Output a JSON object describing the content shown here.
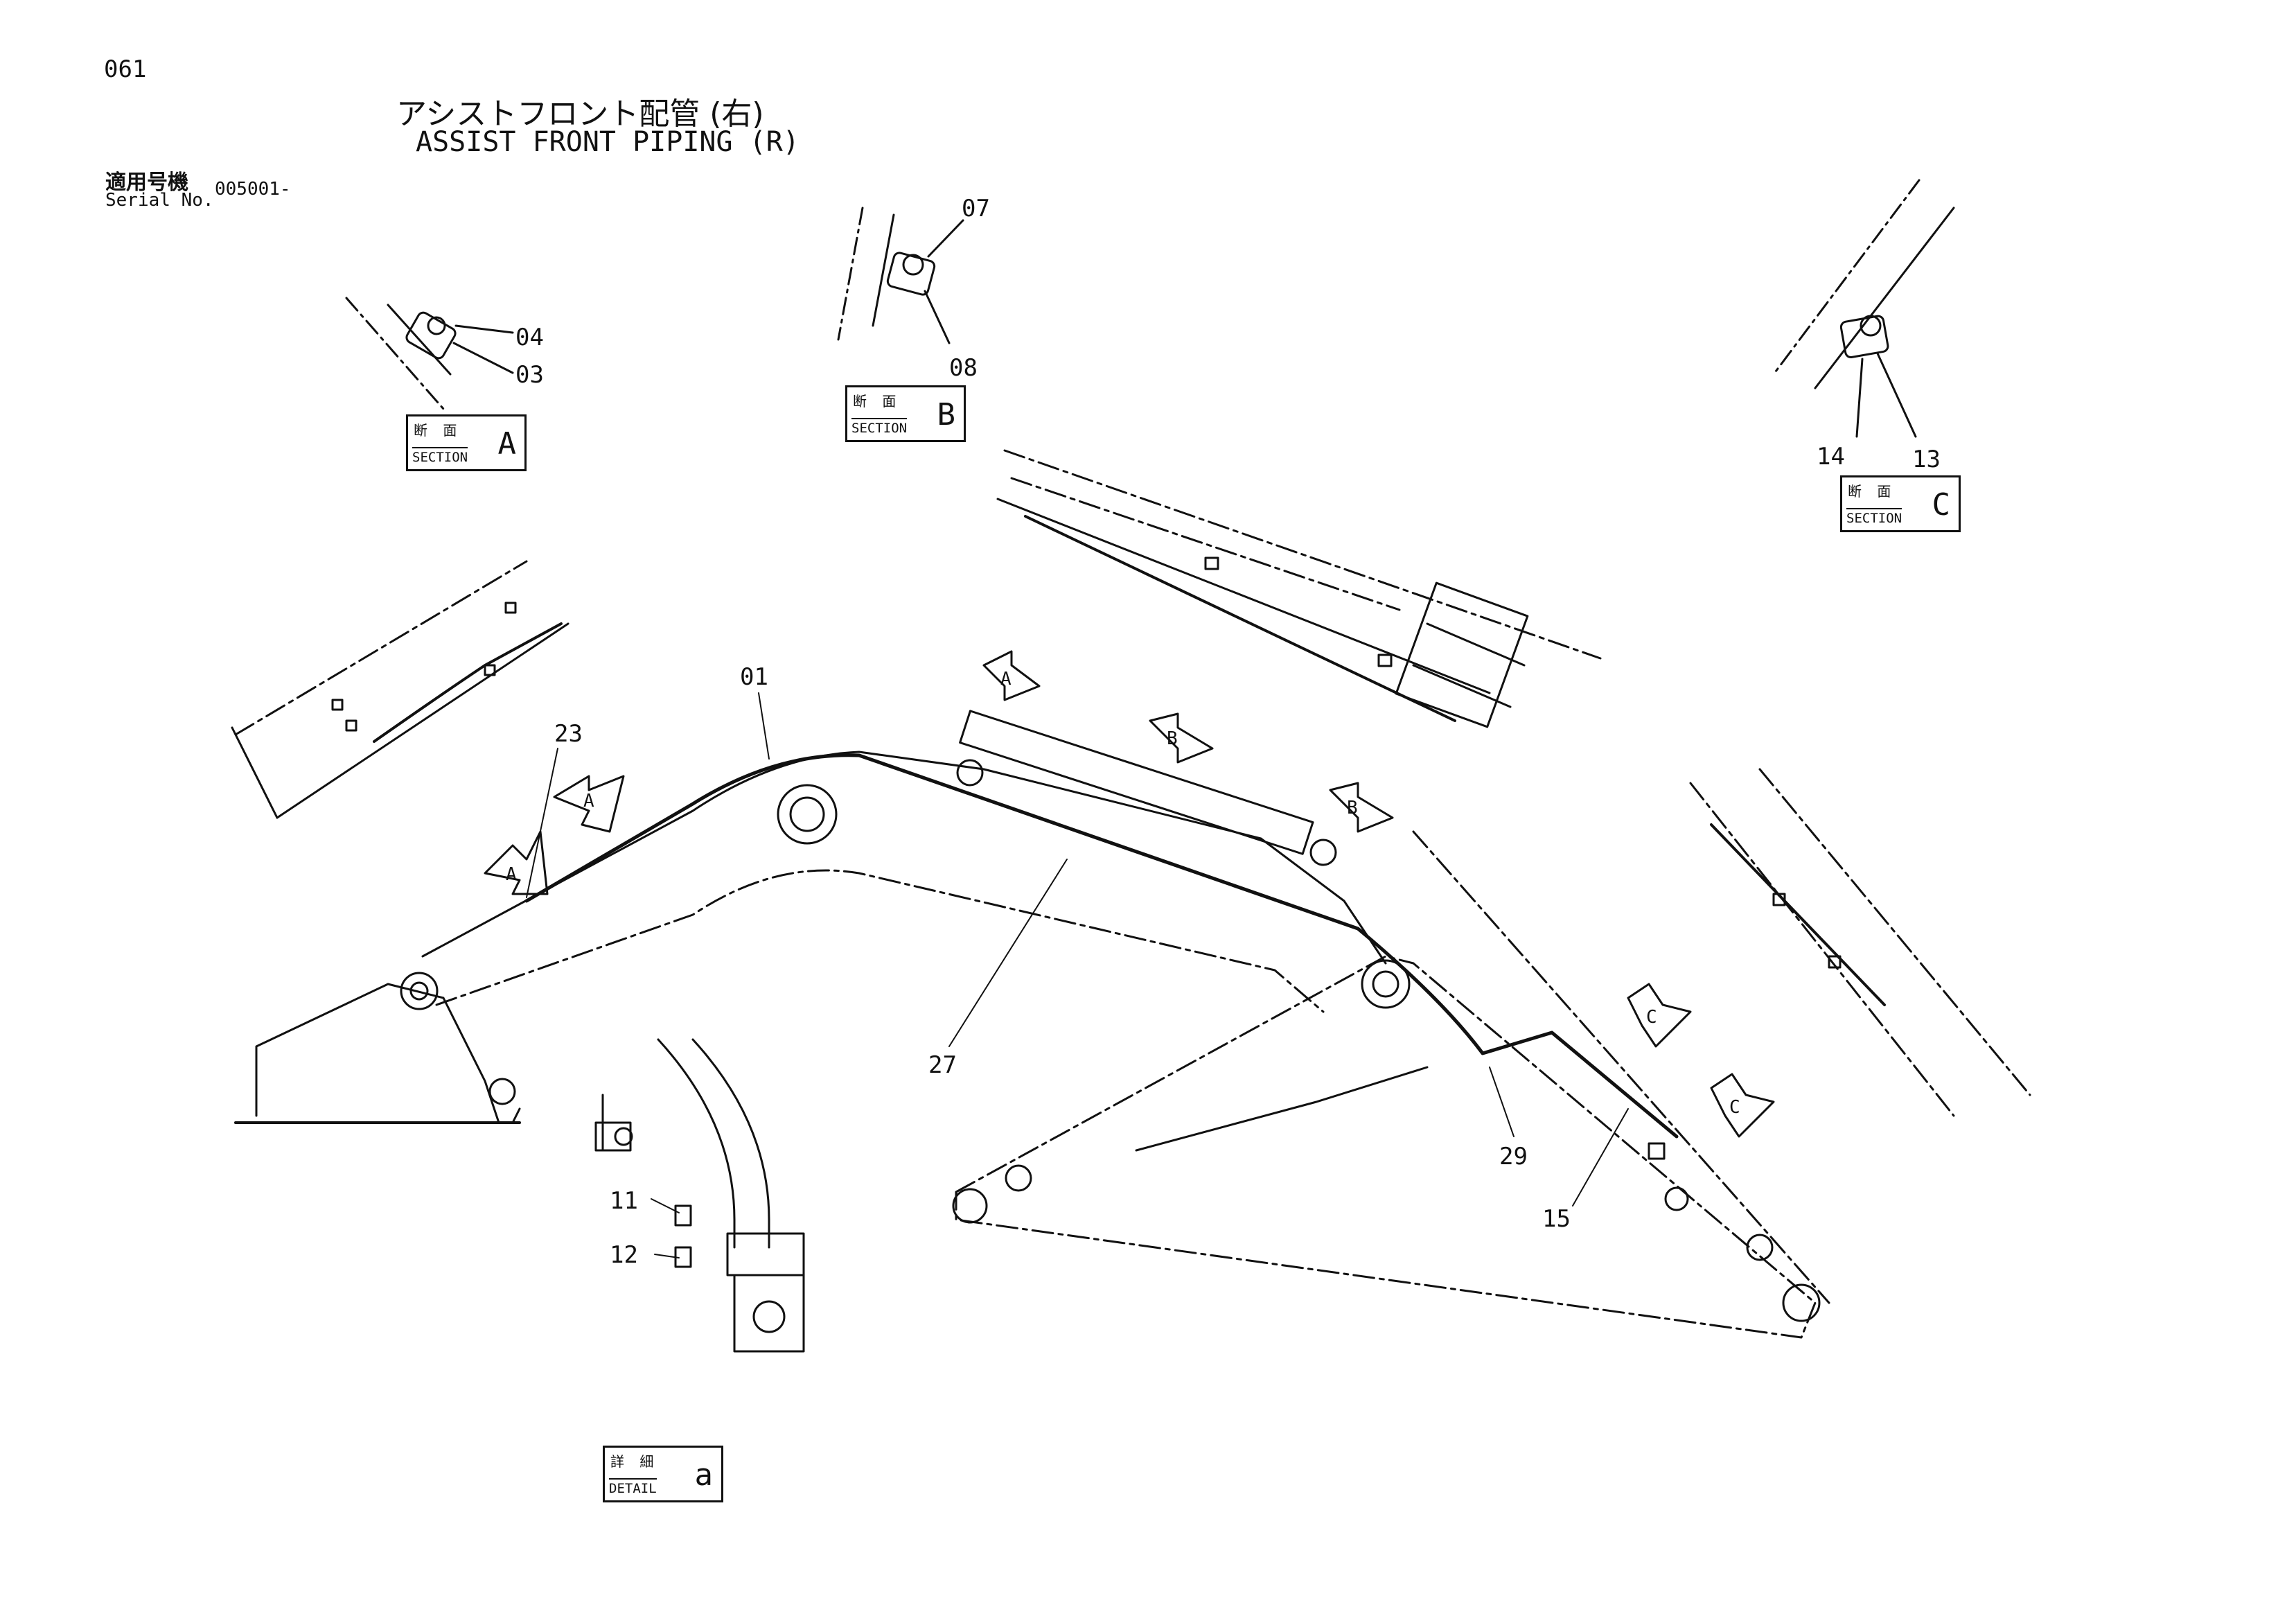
{
  "header": {
    "page_number": "061",
    "title_jp": "アシストフロント配管 (右)",
    "title_en": "ASSIST FRONT PIPING (R)",
    "serial_label_jp": "適用号機",
    "serial_label_en": "Serial No.",
    "serial_value": "005001-"
  },
  "view_boxes": [
    {
      "id": "section-a",
      "label_jp": "断 面",
      "label_en": "SECTION",
      "letter": "A"
    },
    {
      "id": "section-b",
      "label_jp": "断 面",
      "label_en": "SECTION",
      "letter": "B"
    },
    {
      "id": "section-c",
      "label_jp": "断 面",
      "label_en": "SECTION",
      "letter": "C"
    },
    {
      "id": "detail-a",
      "label_jp": "詳 細",
      "label_en": "DETAIL",
      "letter": "a"
    }
  ],
  "callouts": {
    "p01": "01",
    "p03": "03",
    "p04": "04",
    "p07": "07",
    "p08": "08",
    "p11": "11",
    "p12": "12",
    "p13": "13",
    "p14": "14",
    "p15": "15",
    "p23": "23",
    "p27": "27",
    "p29": "29"
  },
  "view_arrows": {
    "a1": "A",
    "a2": "A",
    "a3": "A",
    "b1": "B",
    "b2": "B",
    "c1": "C",
    "c2": "C"
  }
}
